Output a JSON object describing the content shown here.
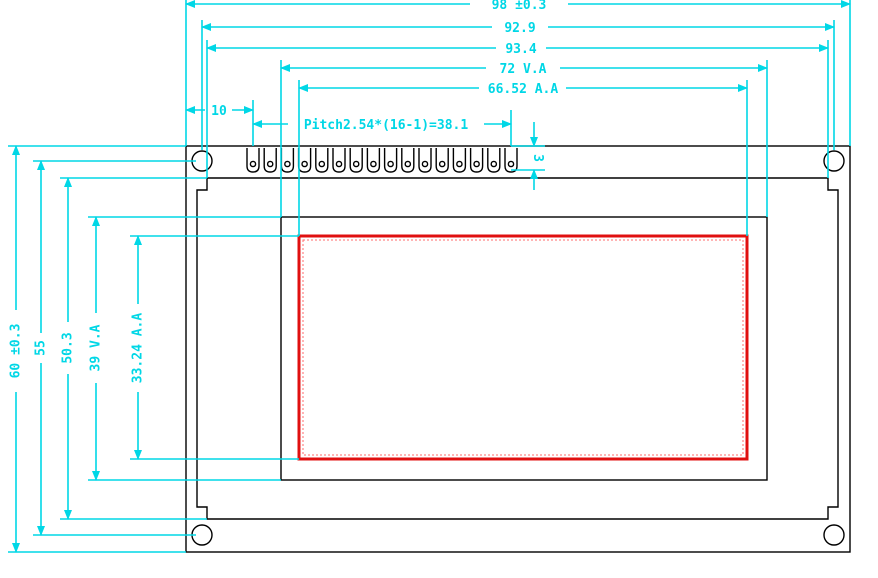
{
  "dimensions": {
    "overall_width": "98 ±0.3",
    "width_92_9": "92.9",
    "width_93_4": "93.4",
    "viewing_area_width": "72 V.A",
    "active_area_width": "66.52 A.A",
    "pin_offset": "10",
    "pin_pitch": "Pitch2.54*(16-1)=38.1",
    "pin_height": "3",
    "overall_height": "60 ±0.3",
    "height_55": "55",
    "height_50_3": "50.3",
    "viewing_area_height": "39 V.A",
    "active_area_height": "33.24 A.A"
  },
  "pins": {
    "count": 16
  },
  "colors": {
    "dimension": "#00d7e6",
    "outline": "#000000",
    "active_area": "#e01010"
  }
}
